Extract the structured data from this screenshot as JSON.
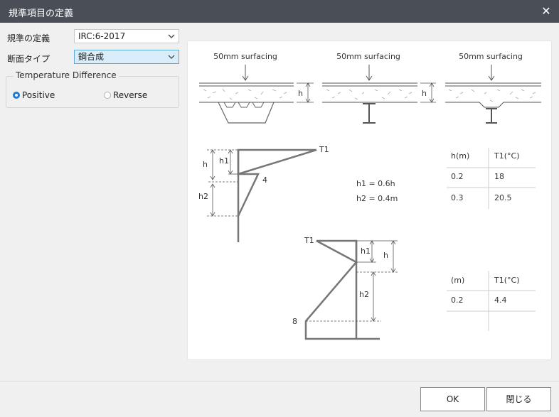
{
  "window": {
    "title": "規準項目の定義",
    "close_symbol": "✕"
  },
  "form": {
    "standard_label": "規準の定義",
    "standard_value": "IRC:6-2017",
    "section_label": "断面タイプ",
    "section_value": "鋼合成"
  },
  "temperature": {
    "legend": "Temperature Difference",
    "positive_label": "Positive",
    "reverse_label": "Reverse",
    "selected": "Positive"
  },
  "figure": {
    "surfacing_label": "50mm surfacing",
    "h_label": "h",
    "h1_label": "h1",
    "h2_label": "h2",
    "t1_label": "T1",
    "val_4": "4",
    "val_8": "8",
    "h1_formula": "h1 = 0.6h",
    "h2_formula": "h2 = 0.4m"
  },
  "table_positive": {
    "headers": [
      "h(m)",
      "T1(°C)"
    ],
    "rows": [
      [
        "0.2",
        "18"
      ],
      [
        "0.3",
        "20.5"
      ]
    ]
  },
  "table_reverse": {
    "headers": [
      "(m)",
      "T1(°C)"
    ],
    "rows": [
      [
        "0.2",
        "4.4"
      ]
    ]
  },
  "buttons": {
    "ok": "OK",
    "close": "閉じる"
  }
}
